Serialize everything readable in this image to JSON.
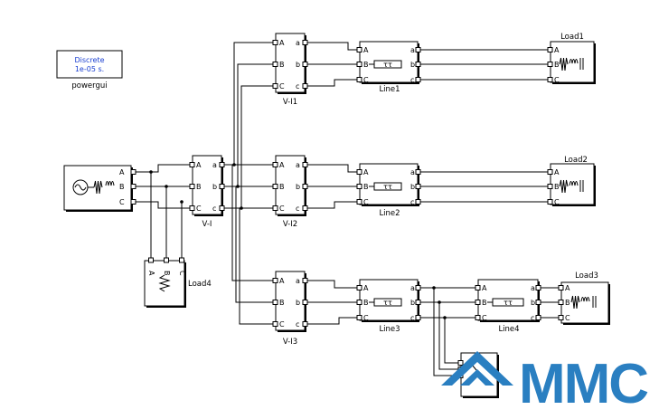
{
  "powergui": {
    "line1": "Discrete",
    "line2": "1e-05 s.",
    "name": "powergui"
  },
  "ports": {
    "A": "A",
    "B": "B",
    "C": "C",
    "a": "a",
    "b": "b",
    "c": "c"
  },
  "blocks": {
    "vi": "V-I",
    "vi1": "V-I1",
    "vi2": "V-I2",
    "vi3": "V-I3",
    "line1": "Line1",
    "line2": "Line2",
    "line3": "Line3",
    "line4": "Line4",
    "load1": "Load1",
    "load2": "Load2",
    "load3": "Load3",
    "load4": "Load4"
  },
  "pi_symbol": "ττ",
  "logo": {
    "text": "MMC",
    "color": "#2a7fc1"
  },
  "colors": {
    "powergui_text": "#1a3fd0",
    "logo": "#2a7fc1"
  }
}
